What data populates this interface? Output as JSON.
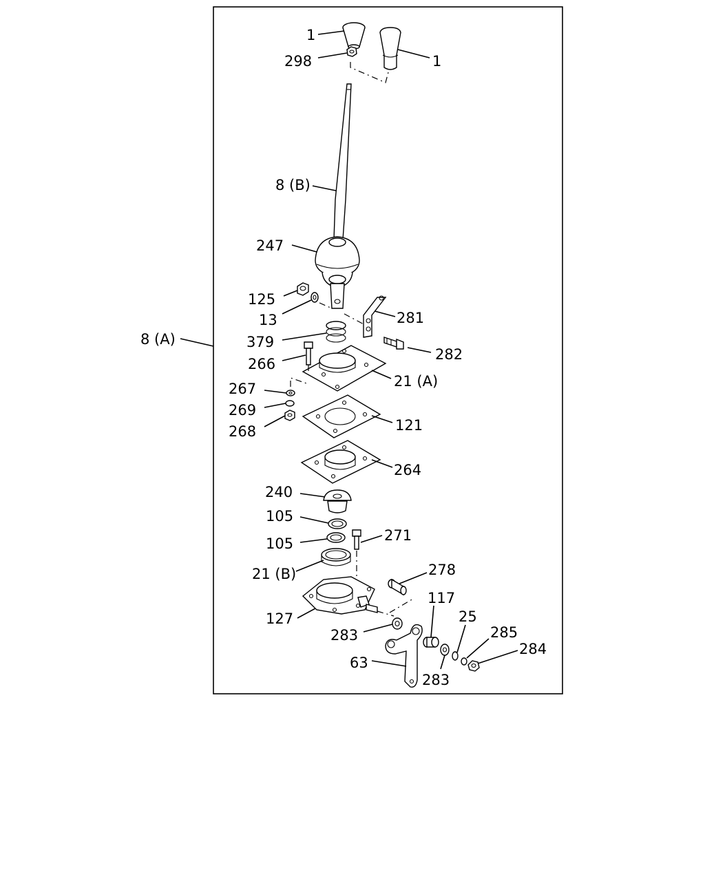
{
  "labels": {
    "knob_small": "1",
    "knob_large": "1",
    "nut_298": "298",
    "lever_8b": "8 (B)",
    "boot_247": "247",
    "nut_125": "125",
    "washer_13": "13",
    "bracket_281": "281",
    "spring_379": "379",
    "bolt_282": "282",
    "assembly_8a": "8 (A)",
    "bolt_266": "266",
    "plate_21a": "21 (A)",
    "washer_267": "267",
    "washer_269": "269",
    "nut_268": "268",
    "gasket_121": "121",
    "plate_264": "264",
    "seat_240": "240",
    "ring_105a": "105",
    "ring_105b": "105",
    "bolt_271": "271",
    "cup_21b": "21 (B)",
    "pin_278": "278",
    "housing_127": "127",
    "bushing_117": "117",
    "washer_283a": "283",
    "washer_25": "25",
    "washer_285": "285",
    "nut_284": "284",
    "lever_63": "63",
    "washer_283b": "283"
  }
}
